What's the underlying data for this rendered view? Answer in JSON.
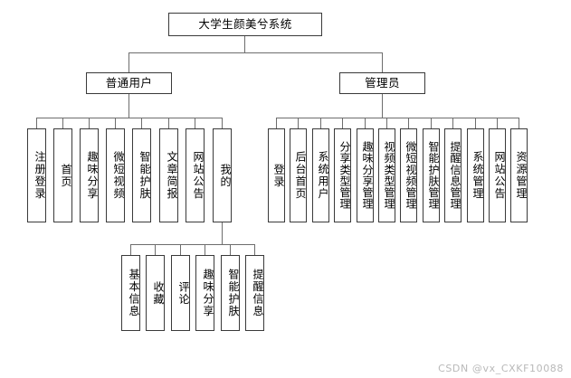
{
  "diagram": {
    "type": "tree-hierarchy",
    "orientation": "top-down",
    "root": {
      "label": "大学生颜美兮系统"
    },
    "branches": [
      {
        "id": "regular-user",
        "label": "普通用户",
        "children": [
          {
            "label": "注册登录"
          },
          {
            "label": "首页"
          },
          {
            "label": "趣味分享"
          },
          {
            "label": "微短视频"
          },
          {
            "label": "智能护肤"
          },
          {
            "label": "文章简报"
          },
          {
            "label": "网站公告"
          },
          {
            "label": "我的",
            "children": [
              {
                "label": "基本信息"
              },
              {
                "label": "收藏"
              },
              {
                "label": "评论"
              },
              {
                "label": "趣味分享"
              },
              {
                "label": "智能护肤"
              },
              {
                "label": "提醒信息"
              }
            ]
          }
        ]
      },
      {
        "id": "administrator",
        "label": "管理员",
        "children": [
          {
            "label": "登录"
          },
          {
            "label": "后台首页"
          },
          {
            "label": "系统用户"
          },
          {
            "label": "分享类型管理"
          },
          {
            "label": "趣味分享管理"
          },
          {
            "label": "视频类型管理"
          },
          {
            "label": "微短视频管理"
          },
          {
            "label": "智能护肤管理"
          },
          {
            "label": "提醒信息管理"
          },
          {
            "label": "系统管理"
          },
          {
            "label": "网站公告"
          },
          {
            "label": "资源管理"
          }
        ]
      }
    ]
  },
  "watermark": {
    "text": "CSDN @vx_CXKF10088"
  },
  "colors": {
    "box_border": "#3a3a3a",
    "connector": "#6d6d6d",
    "background": "#ffffff",
    "text": "#000000",
    "watermark": "#b9b9b9"
  }
}
